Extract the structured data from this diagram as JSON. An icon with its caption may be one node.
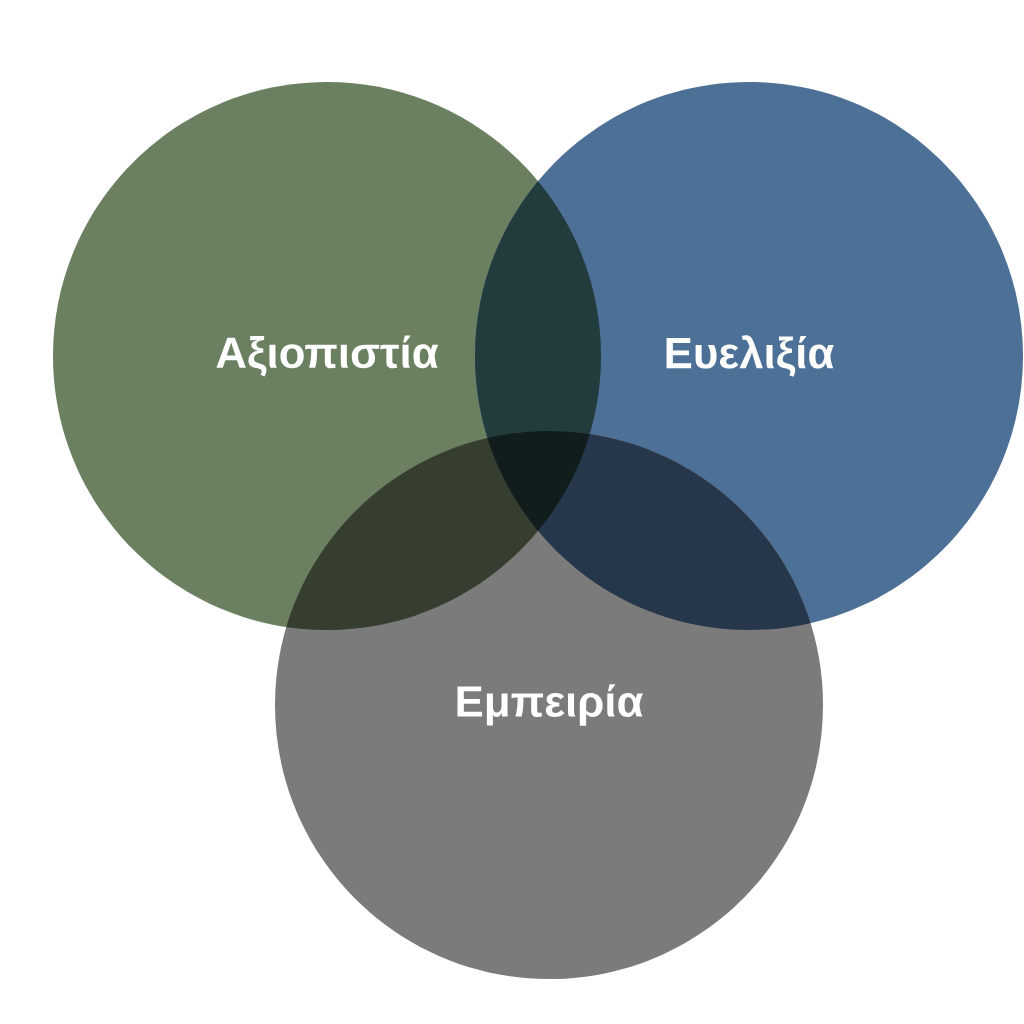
{
  "diagram": {
    "nodes": [
      {
        "text": [
          "Αξιοπιστία"
        ]
      },
      {
        "text": [
          "Ευελιξία"
        ]
      },
      {
        "text": [
          "Εμπειρία"
        ]
      }
    ]
  }
}
